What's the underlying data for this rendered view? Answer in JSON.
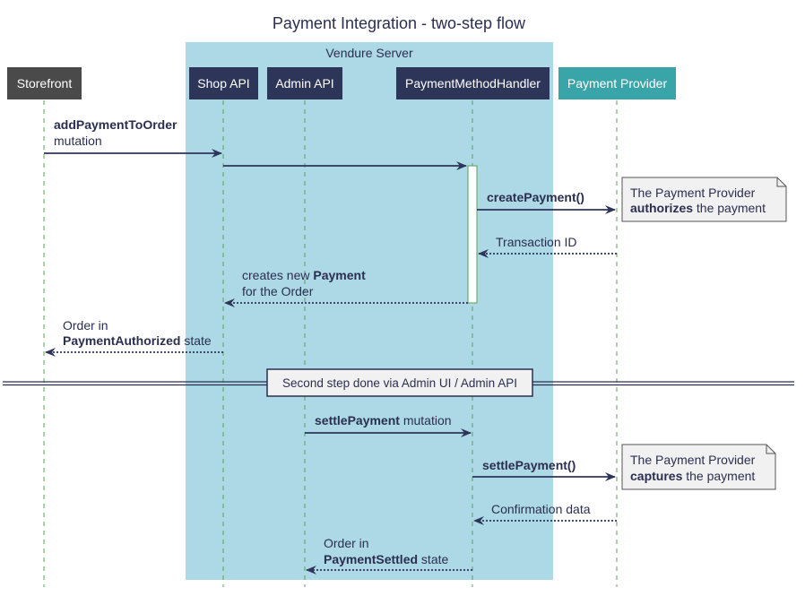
{
  "title": "Payment Integration - two-step flow",
  "group": {
    "label": "Vendure Server"
  },
  "participants": [
    {
      "id": "storefront",
      "label": "Storefront",
      "color": "#4a4a4a"
    },
    {
      "id": "shop-api",
      "label": "Shop API",
      "color": "#2d3559"
    },
    {
      "id": "admin-api",
      "label": "Admin API",
      "color": "#2d3559"
    },
    {
      "id": "payment-method-handler",
      "label": "PaymentMethodHandler",
      "color": "#2d3559"
    },
    {
      "id": "payment-provider",
      "label": "Payment Provider",
      "color": "#3aa5a9"
    }
  ],
  "messages": {
    "m1": {
      "bold": "addPaymentToOrder",
      "line2": "mutation"
    },
    "m3": {
      "bold": "createPayment()"
    },
    "m4": {
      "text": "Transaction ID"
    },
    "m5": {
      "line1_pre": "creates new ",
      "line1_bold": "Payment",
      "line2": "for the Order"
    },
    "m6": {
      "line1": "Order in",
      "line2_bold": "PaymentAuthorized",
      "line2_post": " state"
    },
    "m7": {
      "bold": "settlePayment",
      "post": " mutation"
    },
    "m8": {
      "bold": "settlePayment()"
    },
    "m9": {
      "text": "Confirmation data"
    },
    "m10": {
      "line1": "Order in",
      "line2_bold": "PaymentSettled",
      "line2_post": " state"
    }
  },
  "notes": {
    "n1": {
      "line1": "The Payment Provider",
      "line2_bold": "authorizes",
      "line2_post": " the payment"
    },
    "n2": {
      "line1": "The Payment Provider",
      "line2_bold": "captures",
      "line2_post": " the payment"
    }
  },
  "divider": {
    "label": "Second step done via Admin UI / Admin API"
  },
  "colors": {
    "group_bg": "#add8e6",
    "arrow": "#2d3559",
    "lifeline": "#5aa05a",
    "note_bg": "#f1f1f1"
  }
}
